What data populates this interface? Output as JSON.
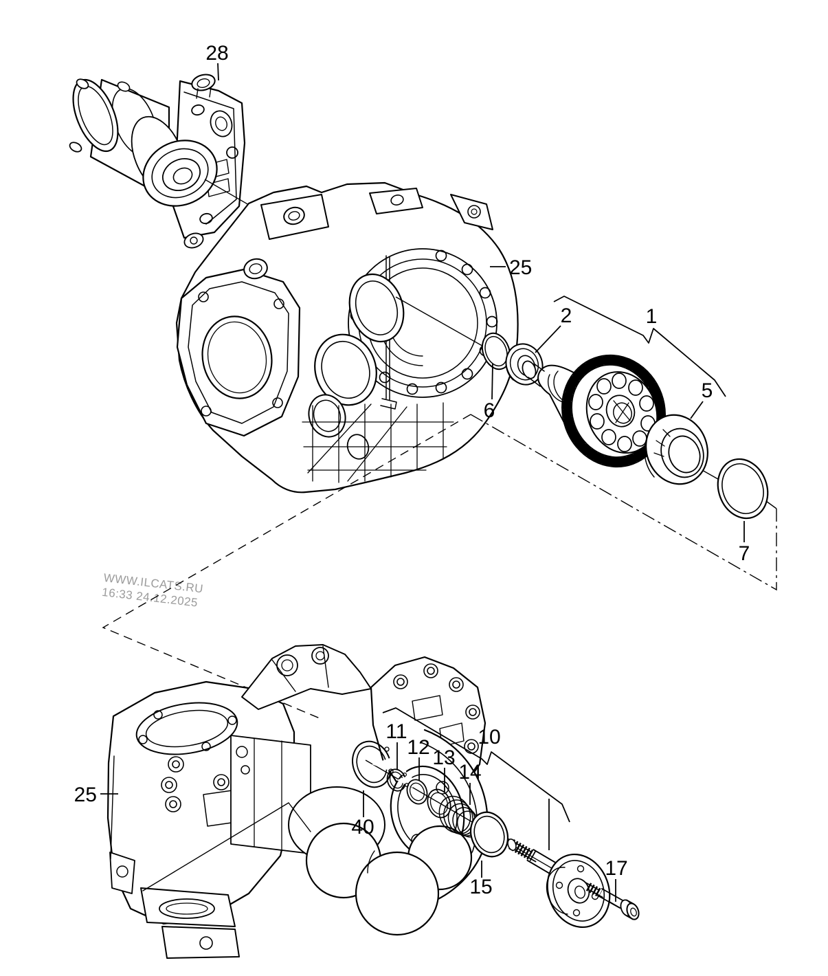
{
  "diagram": {
    "watermark": {
      "site": "WWW.ILCATS.RU",
      "timestamp": "16:33 24.12.2025"
    },
    "callouts": {
      "c1": "1",
      "c2": "2",
      "c5": "5",
      "c6": "6",
      "c7": "7",
      "c10": "10",
      "c11": "11",
      "c12": "12",
      "c13": "13",
      "c14": "14",
      "c15": "15",
      "c17": "17",
      "c25_top": "25",
      "c25_bottom": "25",
      "c28": "28",
      "c40": "40"
    },
    "colors": {
      "line": "#000000",
      "background": "#ffffff",
      "watermark": "#9b9b9b"
    }
  }
}
